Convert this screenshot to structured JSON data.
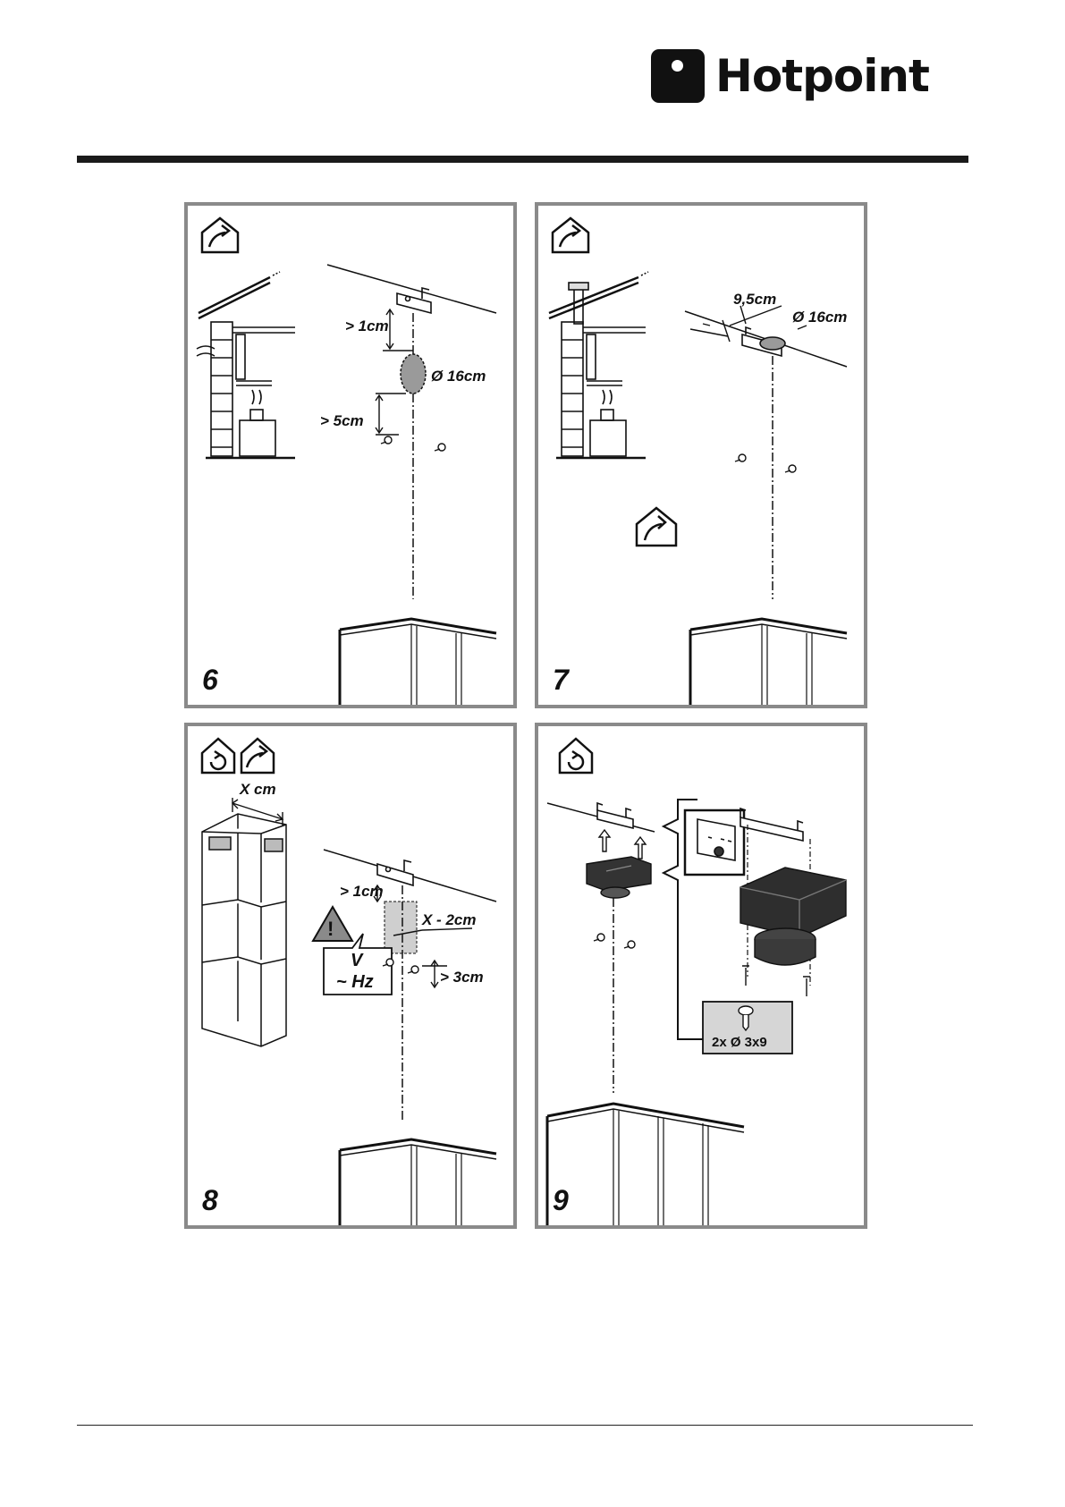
{
  "brand": {
    "name": "Hotpoint"
  },
  "panels": [
    {
      "number": "6",
      "labels": {
        "gap_top": "> 1cm",
        "hole": "Ø 16cm",
        "gap_bottom": "> 5cm"
      }
    },
    {
      "number": "7",
      "labels": {
        "offset": "9,5cm",
        "hole": "Ø 16cm"
      }
    },
    {
      "number": "8",
      "labels": {
        "width": "X cm",
        "gap_top": "> 1cm",
        "socket_width": "X - 2cm",
        "gap_side": "> 3cm",
        "voltage": "V",
        "frequency": "~ Hz",
        "warning": "!"
      }
    },
    {
      "number": "9",
      "labels": {
        "screws": "2x Ø 3x9"
      }
    }
  ],
  "icons": [
    "ducted-mode-icon",
    "recirculation-mode-icon",
    "warning-icon",
    "screw-icon"
  ],
  "colors": {
    "frame": "#8a8a8a",
    "ink": "#111111",
    "shade": "#9a9a9a"
  }
}
